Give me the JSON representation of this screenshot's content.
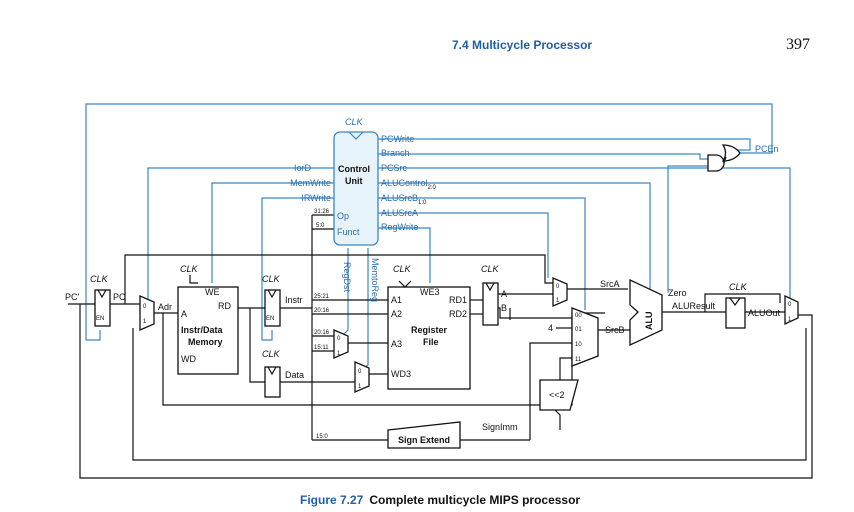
{
  "header": {
    "section_title": "7.4 Multicycle Processor",
    "page_number": "397"
  },
  "caption": {
    "figure_label": "Figure 7.27",
    "text": "Complete multicycle MIPS processor"
  },
  "control_unit": {
    "title_line1": "Control",
    "title_line2": "Unit",
    "clk": "CLK",
    "inputs": [
      "Op",
      "Funct"
    ],
    "outputs_left": [
      "IorD",
      "MemWrite",
      "IRWrite"
    ],
    "outputs_right": [
      "PCWrite",
      "Branch",
      "PCSrc",
      "ALUControl",
      "ALUSrcB",
      "ALUSrcA",
      "RegWrite"
    ],
    "alucontrol_sub": "2:0",
    "alusrcb_sub": "1:0",
    "outputs_vertical": [
      "RegDst",
      "MemtoReg"
    ]
  },
  "pc_enable": "PCEn",
  "clock_label": "CLK",
  "enable_label": "EN",
  "signals": {
    "pc_prime": "PC'",
    "pc": "PC",
    "adr": "Adr",
    "instr": "Instr",
    "data": "Data",
    "srca": "SrcA",
    "srcb": "SrcB",
    "zero": "Zero",
    "aluresult": "ALUResult",
    "aluout": "ALUOut",
    "signimm": "SignImm",
    "a": "A",
    "b": "B",
    "four": "4"
  },
  "instr_fields": [
    "31:26",
    "5:0",
    "25:21",
    "20:16",
    "20:16",
    "15:11",
    "15:0"
  ],
  "memory": {
    "line1": "Instr/Data",
    "line2": "Memory",
    "we": "WE",
    "a": "A",
    "rd": "RD",
    "wd": "WD"
  },
  "register_file": {
    "line1": "Register",
    "line2": "File",
    "we3": "WE3",
    "a1": "A1",
    "a2": "A2",
    "a3": "A3",
    "wd3": "WD3",
    "rd1": "RD1",
    "rd2": "RD2"
  },
  "sign_extend": "Sign Extend",
  "shift_left": "<<2",
  "alu": "ALU",
  "mux2_labels": [
    "0",
    "1"
  ],
  "mux4_labels": [
    "00",
    "01",
    "10",
    "11"
  ]
}
